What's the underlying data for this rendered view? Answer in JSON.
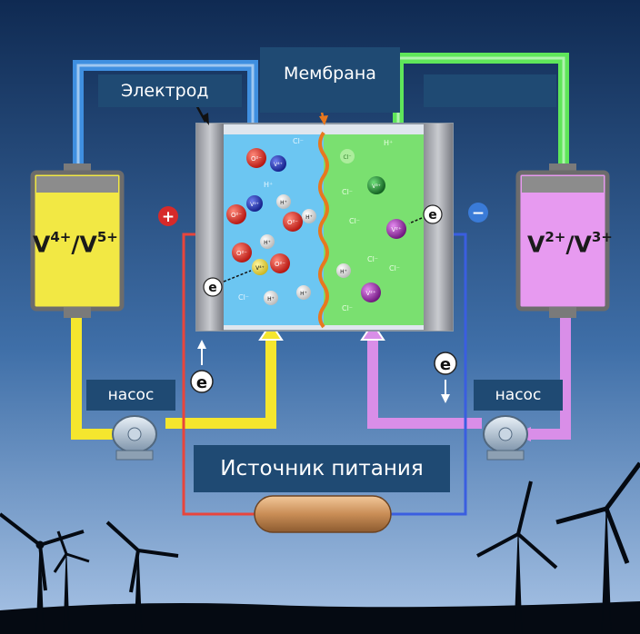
{
  "labels": {
    "electrode": "Электрод",
    "membrane": "Мембрана",
    "pump_left": "насос",
    "pump_right": "насос",
    "power_source": "Источник питания",
    "plus": "+",
    "minus": "−"
  },
  "tanks": {
    "left": {
      "base1": "V",
      "sup1": "4+",
      "sep": "/V",
      "sup2": "5+",
      "color": "#f2e844"
    },
    "right": {
      "base1": "V",
      "sup1": "2+",
      "sep": "/V",
      "sup2": "3+",
      "color": "#e79af0"
    }
  },
  "electron": "e",
  "ions": {
    "oxide": "O²⁻",
    "v4": "V⁴⁺",
    "v5": "V⁵⁺",
    "v2": "V²⁺",
    "v3": "V³⁺",
    "h": "H⁺",
    "cl": "Cl⁻"
  },
  "colors": {
    "sky_top": "#14305a",
    "sky_bottom": "#9ab8de",
    "pipe_yellow": "#f5e62e",
    "pipe_blue": "#3f8fe0",
    "pipe_green": "#5fe65a",
    "pipe_pink": "#d98ee8",
    "wire_red": "#e8453c",
    "wire_blue": "#3a5ee0",
    "cell_blue": "#6cc6f2",
    "cell_green": "#7ae070",
    "membrane": "#e8781e"
  }
}
